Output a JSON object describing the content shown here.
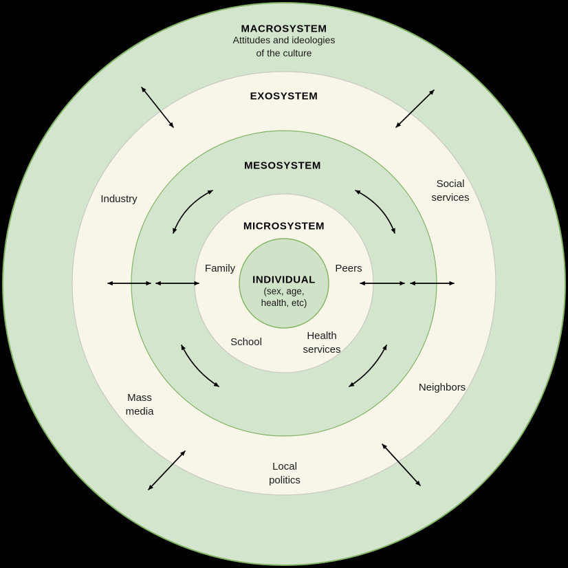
{
  "colors": {
    "background": "#000000",
    "ring_green": "#d4e5cd",
    "ring_cream": "#f8f5e9",
    "center_green": "#d0e2c8",
    "stroke_green": "#82b366",
    "stroke_gray": "#c8c8c3",
    "arrow": "#000000",
    "text": "#1a1a1a"
  },
  "rings": {
    "macrosystem": {
      "title": "MACROSYSTEM",
      "subtitle": "Attitudes and ideologies\nof the culture"
    },
    "exosystem": {
      "title": "EXOSYSTEM",
      "labels": {
        "industry": "Industry",
        "social_services": "Social\nservices",
        "mass_media": "Mass\nmedia",
        "neighbors": "Neighbors",
        "local_politics": "Local\npolitics"
      }
    },
    "mesosystem": {
      "title": "MESOSYSTEM"
    },
    "microsystem": {
      "title": "MICROSYSTEM",
      "labels": {
        "family": "Family",
        "peers": "Peers",
        "school": "School",
        "health_services": "Health\nservices"
      }
    },
    "individual": {
      "title": "INDIVIDUAL",
      "subtitle": "(sex, age,\nhealth, etc)"
    }
  }
}
